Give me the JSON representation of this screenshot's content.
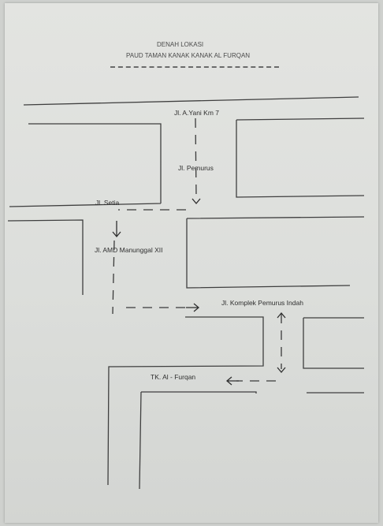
{
  "title": {
    "line1": "DENAH LOKASI",
    "line2": "PAUD TAMAN KANAK KANAK AL FURQAN"
  },
  "labels": {
    "street_1": "Jl. A.Yani Km 7",
    "street_2": "Jl. Pemurus",
    "street_3": "Jl. Setia",
    "street_4": "Jl. AMD Manunggal XII",
    "street_5": "Jl. Komplek Pemurus Indah",
    "destination": "TK. Al - Furqan"
  },
  "colors": {
    "ink": "#3f3f3f",
    "paper": "#e1e2df"
  }
}
